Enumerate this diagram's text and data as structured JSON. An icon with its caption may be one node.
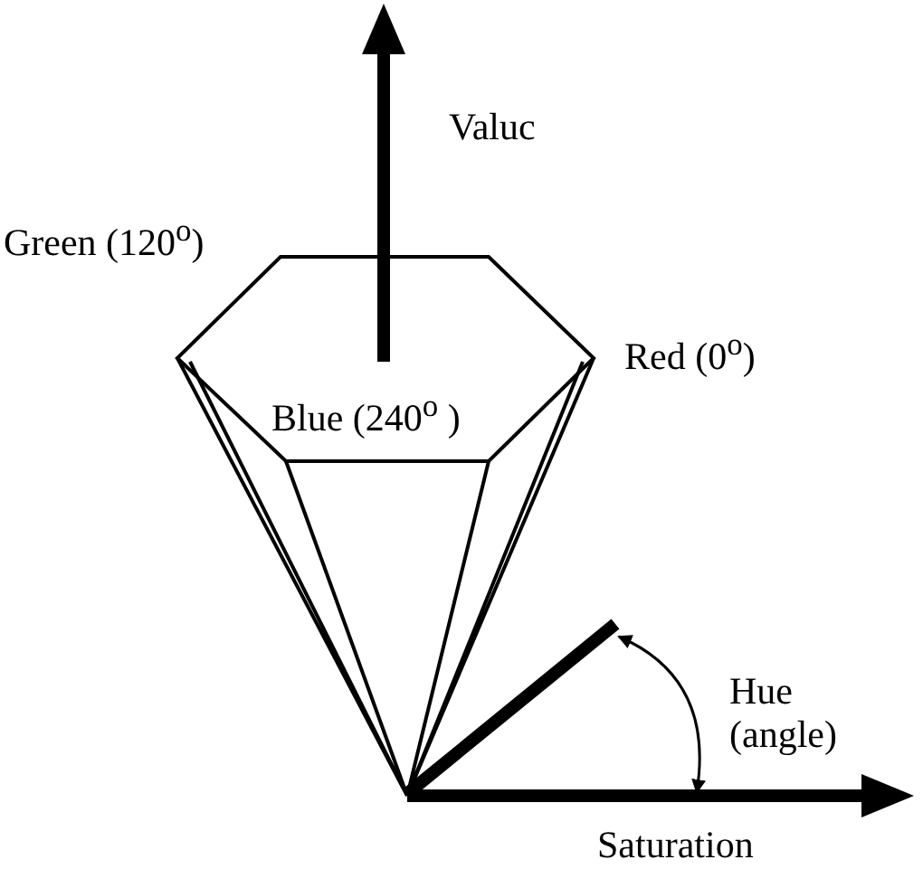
{
  "diagram": {
    "labels": [
      "Valuc",
      "Green (120$^{o}$)",
      "Red (0$^{o}$)",
      "Blue (240$^{o}$ )",
      "Hue (angle)",
      "Saturation"
    ]
  }
}
